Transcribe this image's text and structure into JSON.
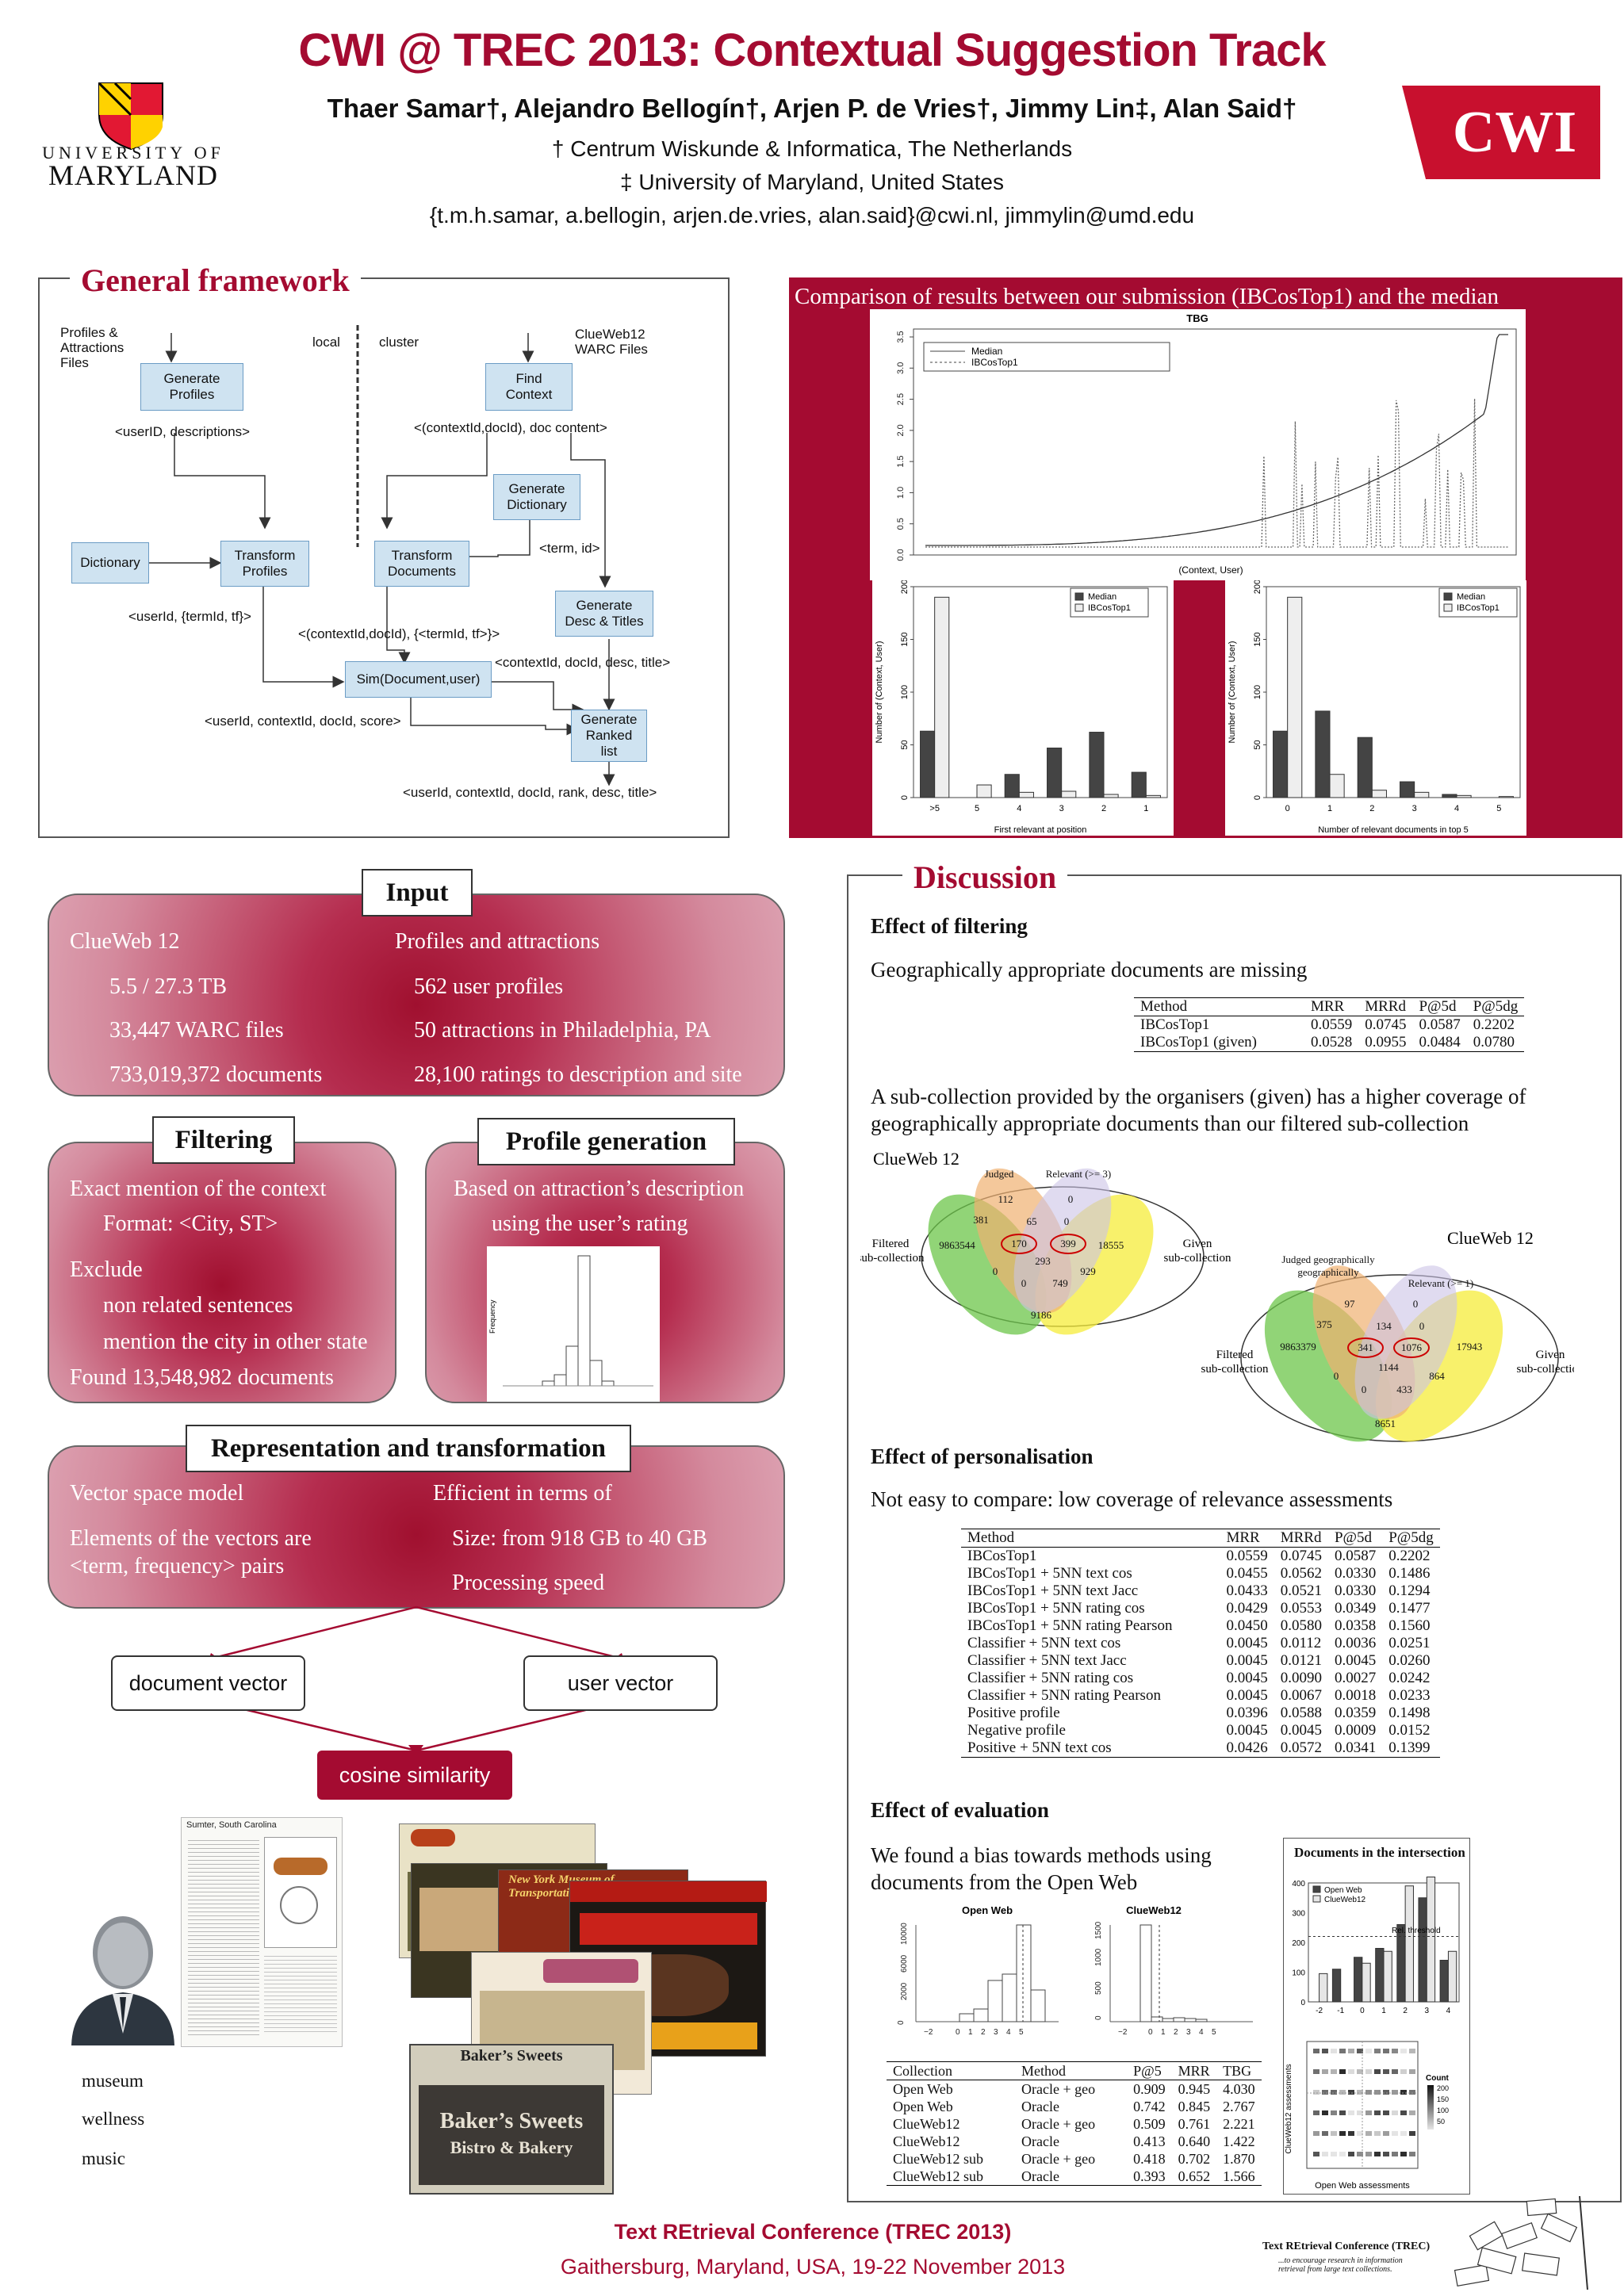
{
  "header": {
    "title": "CWI @ TREC 2013: Contextual Suggestion Track",
    "authors": "Thaer Samar†, Alejandro Bellogín†, Arjen P. de Vries†, Jimmy Lin‡, Alan Said†",
    "aff1": "† Centrum Wiskunde & Informatica, The Netherlands",
    "aff2": "‡ University of Maryland, United States",
    "emails": "{t.m.h.samar, a.bellogin, arjen.de.vries, alan.said}@cwi.nl, jimmylin@umd.edu",
    "umd_top": "UNIVERSITY OF",
    "umd_bottom": "MARYLAND",
    "cwi_logo": "CWI"
  },
  "framework": {
    "title": "General framework",
    "labels": {
      "profiles_files": "Profiles &\nAttractions\nFiles",
      "local": "local",
      "cluster": "cluster",
      "clueweb_files": "ClueWeb12\nWARC Files",
      "generate_profiles": "Generate\nProfiles",
      "find_context": "Find\nContext",
      "userid_desc": "<userID, descriptions>",
      "context_doc": "<(contextId,docId), doc content>",
      "generate_dictionary": "Generate\nDictionary",
      "dictionary": "Dictionary",
      "transform_profiles": "Transform\nProfiles",
      "transform_documents": "Transform\nDocuments",
      "term_id": "<term, id>",
      "generate_desc": "Generate\nDesc & Titles",
      "userid_term": "<userId, {termId, tf}>",
      "context_term": "<(contextId,docId), {<termId, tf>}>",
      "sim": "Sim(Document,user)",
      "context_desc": "<contextId, docId, desc, title>",
      "userid_score": "<userId, contextId, docId, score>",
      "generate_ranked": "Generate\nRanked\nlist",
      "final": "<userId, contextId, docId, rank, desc, title>"
    }
  },
  "comparison": {
    "title": "Comparison of results between our submission (IBCosTop1) and the median",
    "top_chart": {
      "title": "TBG",
      "xlabel": "(Context, User)",
      "legend": [
        "Median",
        "IBCosTop1"
      ],
      "yticks": [
        "0.0",
        "0.5",
        "1.0",
        "1.5",
        "2.0",
        "2.5",
        "3.0",
        "3.5"
      ]
    },
    "legend_left": [
      "Median",
      "IBCosTop1"
    ],
    "legend_right": [
      "Median",
      "IBCosTop1"
    ]
  },
  "input": {
    "title": "Input",
    "left": [
      "ClueWeb 12",
      "5.5 / 27.3 TB",
      "33,447 WARC files",
      "733,019,372 documents"
    ],
    "right": [
      "Profiles and attractions",
      "562 user profiles",
      "50 attractions in Philadelphia, PA",
      "28,100 ratings to description and site"
    ]
  },
  "filtering": {
    "title": "Filtering",
    "lines": [
      "Exact mention of the context",
      "Format: <City, ST>",
      "Exclude",
      "non related sentences",
      "mention the city in other state",
      "Found 13,548,982 documents"
    ]
  },
  "profile_gen": {
    "title": "Profile generation",
    "lines": [
      "Based on attraction’s description",
      "using the user’s rating"
    ],
    "ylabel": "Frequency"
  },
  "representation": {
    "title": "Representation and transformation",
    "left": [
      "Vector space model",
      "Elements of the vectors are",
      "<term, frequency> pairs"
    ],
    "right": [
      "Efficient in terms of",
      "Size: from 918 GB to 40 GB",
      "Processing speed"
    ],
    "doc_vector": "document vector",
    "user_vector": "user vector",
    "cosine": "cosine similarity",
    "tags": [
      "museum",
      "wellness",
      "music"
    ],
    "page_title": "Sumter, South Carolina",
    "bakers": "Baker’s Sweets",
    "bakers2": "Bistro & Bakery",
    "nymt": "New York Museum of Transportation"
  },
  "discussion": {
    "title": "Discussion",
    "filtering_head": "Effect of filtering",
    "filtering_text": "Geographically appropriate documents are missing",
    "sub_text1": "A sub-collection provided by the organisers (given) has a higher coverage of",
    "sub_text2": "geographically appropriate documents than our filtered sub-collection",
    "personal_head": "Effect of personalisation",
    "personal_text": "Not easy to compare: low coverage of relevance assessments",
    "eval_head": "Effect of evaluation",
    "eval_text1": "We found a bias towards methods using",
    "eval_text2": "documents from the Open Web",
    "venn1": {
      "title": "ClueWeb 12",
      "labels": [
        "Judged",
        "Relevant (>= 3)",
        "Filtered\nsub-collection",
        "Given\nsub-collection"
      ],
      "values": [
        "112",
        "0",
        "381",
        "65",
        "0",
        "9863544",
        "170",
        "399",
        "18555",
        "293",
        "0",
        "929",
        "0",
        "749",
        "9186"
      ]
    },
    "venn2": {
      "title": "ClueWeb 12",
      "labels": [
        "Judged\ngeographically",
        "Relevant (>= 1)",
        "Filtered\nsub-collection",
        "Given\nsub-collection"
      ],
      "values": [
        "97",
        "0",
        "375",
        "134",
        "0",
        "9863379",
        "341",
        "1076",
        "17943",
        "1144",
        "0",
        "864",
        "0",
        "433",
        "8651"
      ]
    },
    "intersection_title": "Documents in the intersection",
    "intersection_legend": [
      "Open Web",
      "ClueWeb12"
    ],
    "rel_threshold": "Rel. threshold",
    "open_web_label": "Open Web",
    "clueweb_label": "ClueWeb12",
    "heat_ylabel": "ClueWeb12 assessments",
    "heat_xlabel": "Open Web assessments",
    "count_label": "Count",
    "count_ticks": [
      "200",
      "150",
      "100",
      "50"
    ]
  },
  "table1": {
    "headers": [
      "Method",
      "MRR",
      "MRRd",
      "P@5d",
      "P@5dg"
    ],
    "rows": [
      [
        "IBCosTop1",
        "0.0559",
        "0.0745",
        "0.0587",
        "0.2202"
      ],
      [
        "IBCosTop1 (given)",
        "0.0528",
        "0.0955",
        "0.0484",
        "0.0780"
      ]
    ]
  },
  "table2": {
    "headers": [
      "Method",
      "MRR",
      "MRRd",
      "P@5d",
      "P@5dg"
    ],
    "rows": [
      [
        "IBCosTop1",
        "0.0559",
        "0.0745",
        "0.0587",
        "0.2202"
      ],
      [
        "IBCosTop1 + 5NN text cos",
        "0.0455",
        "0.0562",
        "0.0330",
        "0.1486"
      ],
      [
        "IBCosTop1 + 5NN text Jacc",
        "0.0433",
        "0.0521",
        "0.0330",
        "0.1294"
      ],
      [
        "IBCosTop1 + 5NN rating cos",
        "0.0429",
        "0.0553",
        "0.0349",
        "0.1477"
      ],
      [
        "IBCosTop1 + 5NN rating Pearson",
        "0.0450",
        "0.0580",
        "0.0358",
        "0.1560"
      ],
      [
        "Classifier + 5NN text cos",
        "0.0045",
        "0.0112",
        "0.0036",
        "0.0251"
      ],
      [
        "Classifier + 5NN text Jacc",
        "0.0045",
        "0.0121",
        "0.0045",
        "0.0260"
      ],
      [
        "Classifier + 5NN rating cos",
        "0.0045",
        "0.0090",
        "0.0027",
        "0.0242"
      ],
      [
        "Classifier + 5NN rating Pearson",
        "0.0045",
        "0.0067",
        "0.0018",
        "0.0233"
      ],
      [
        "Positive profile",
        "0.0396",
        "0.0588",
        "0.0359",
        "0.1498"
      ],
      [
        "Negative profile",
        "0.0045",
        "0.0045",
        "0.0009",
        "0.0152"
      ],
      [
        "Positive + 5NN text cos",
        "0.0426",
        "0.0572",
        "0.0341",
        "0.1399"
      ]
    ]
  },
  "table3": {
    "headers": [
      "Collection",
      "Method",
      "P@5",
      "MRR",
      "TBG"
    ],
    "rows": [
      [
        "Open Web",
        "Oracle + geo",
        "0.909",
        "0.945",
        "4.030"
      ],
      [
        "Open Web",
        "Oracle",
        "0.742",
        "0.845",
        "2.767"
      ],
      [
        "ClueWeb12",
        "Oracle + geo",
        "0.509",
        "0.761",
        "2.221"
      ],
      [
        "ClueWeb12",
        "Oracle",
        "0.413",
        "0.640",
        "1.422"
      ],
      [
        "ClueWeb12 sub",
        "Oracle + geo",
        "0.418",
        "0.702",
        "1.870"
      ],
      [
        "ClueWeb12 sub",
        "Oracle",
        "0.393",
        "0.652",
        "1.566"
      ]
    ]
  },
  "footer": {
    "line1": "Text REtrieval Conference (TREC 2013)",
    "line2": "Gaithersburg, Maryland, USA, 19-22 November 2013",
    "trec_logo": "Text REtrieval Conference (TREC)",
    "trec_sub": "...to encourage research in information retrieval from large text collections."
  },
  "chart_data": [
    {
      "type": "bar",
      "title": "",
      "categories": [
        ">5",
        "5",
        "4",
        "3",
        "2",
        "1"
      ],
      "series": [
        {
          "name": "Median",
          "values": [
            63,
            0,
            22,
            47,
            62,
            24
          ]
        },
        {
          "name": "IBCosTop1",
          "values": [
            190,
            12,
            5,
            6,
            3,
            2
          ]
        }
      ],
      "xlabel": "First relevant at position",
      "ylabel": "Number of (Context, User)",
      "ylim": [
        0,
        200
      ],
      "yticks": [
        0,
        50,
        100,
        150,
        200
      ]
    },
    {
      "type": "bar",
      "title": "",
      "categories": [
        "0",
        "1",
        "2",
        "3",
        "4",
        "5"
      ],
      "series": [
        {
          "name": "Median",
          "values": [
            63,
            82,
            57,
            15,
            3,
            0
          ]
        },
        {
          "name": "IBCosTop1",
          "values": [
            190,
            22,
            7,
            5,
            2,
            1
          ]
        }
      ],
      "xlabel": "Number of relevant documents in top 5",
      "ylabel": "Number of (Context, User)",
      "ylim": [
        0,
        200
      ],
      "yticks": [
        0,
        50,
        100,
        150,
        200
      ]
    },
    {
      "type": "bar",
      "title": "Documents in the intersection",
      "categories": [
        "-2",
        "-1",
        "0",
        "1",
        "2",
        "3",
        "4"
      ],
      "series": [
        {
          "name": "Open Web",
          "values": [
            0,
            110,
            150,
            180,
            260,
            350,
            140
          ]
        },
        {
          "name": "ClueWeb12",
          "values": [
            95,
            0,
            130,
            170,
            390,
            420,
            170
          ]
        }
      ],
      "ylim": [
        0,
        400
      ],
      "yticks": [
        0,
        100,
        200,
        300,
        400
      ]
    }
  ]
}
